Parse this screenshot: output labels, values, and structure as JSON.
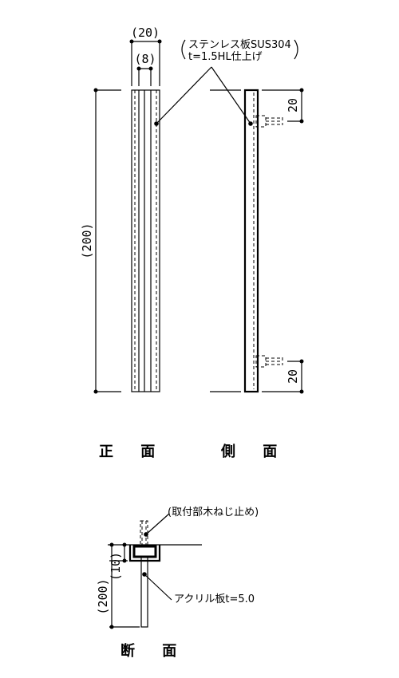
{
  "front_view": {
    "label": "正 面",
    "width_dim": "(20)",
    "inner_dim": "(8)",
    "height_dim": "(200)"
  },
  "side_view": {
    "label": "側 面",
    "top_dim": "20",
    "bottom_dim": "20"
  },
  "material_note": {
    "line1": "ステンレス板SUS304",
    "line2": "t=1.5HL仕上げ"
  },
  "section_view": {
    "label": "断 面",
    "height_dim": "(200)",
    "depth_dim": "(10)",
    "fix_note": "(取付部木ねじ止め)",
    "acrylic_note": "アクリル板t=5.0"
  }
}
